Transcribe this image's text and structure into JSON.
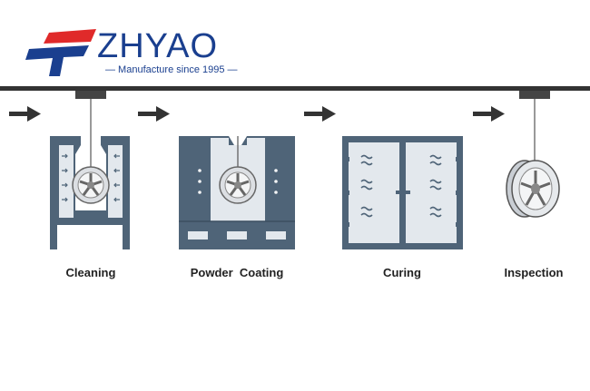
{
  "brand": {
    "name": "ZHYAO",
    "tagline": "— Manufacture since 1995 —",
    "primary_color": "#1a3f8f",
    "accent_color": "#e02a2a"
  },
  "stages": [
    {
      "id": "cleaning",
      "label": "Cleaning"
    },
    {
      "id": "powder-coating",
      "label": "Powder  Coating"
    },
    {
      "id": "curing",
      "label": "Curing"
    },
    {
      "id": "inspection",
      "label": "Inspection"
    }
  ],
  "colors": {
    "rail": "#333333",
    "booth": "#4f6478",
    "booth_light": "#e3e8ed",
    "wheel": "#dcdfe3"
  }
}
